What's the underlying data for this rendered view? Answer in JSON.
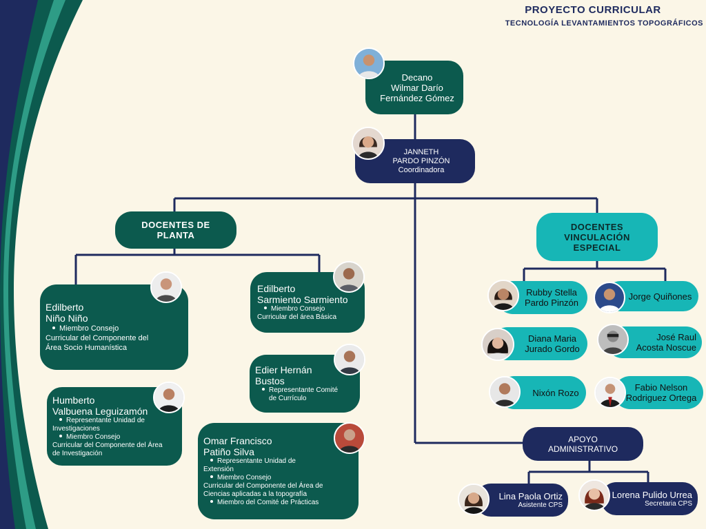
{
  "header": {
    "title": "PROYECTO CURRICULAR",
    "subtitle": "TECNOLOGÍA LEVANTAMIENTOS TOPOGRÁFICOS"
  },
  "colors": {
    "dark_green": "#0c5a4e",
    "navy": "#1e2a5e",
    "teal": "#17b6b6",
    "background": "#fbf6e7"
  },
  "dean": {
    "title": "Decano",
    "name_line1": "Wilmar Darío",
    "name_line2": "Fernández Gómez"
  },
  "coordinator": {
    "name_line1": "JANNETH",
    "name_line2": "PARDO PINZÓN",
    "role": "Coordinadora"
  },
  "docentes_planta": {
    "label_line1": "DOCENTES DE",
    "label_line2": "PLANTA",
    "members": [
      {
        "name_line1": "Edilberto",
        "name_line2": "Niño Niño",
        "bullet1": "Miembro Consejo",
        "text1": "Curricular del Componente del",
        "text2": "Área Socio Humanística"
      },
      {
        "name_line1": "Edilberto",
        "name_line2": "Sarmiento Sarmiento",
        "bullet1": "Miembro Consejo",
        "text1": "Curricular del área Básica"
      },
      {
        "name_line1": "Edier Hernán",
        "name_line2": "Bustos",
        "bullet1": "Representante Comité",
        "text1": "de Currículo"
      },
      {
        "name_line1": "Humberto",
        "name_line2": "Valbuena Leguizamón",
        "bullet1": "Representante Unidad de",
        "text1": "Investigaciones",
        "bullet2": "Miembro Consejo",
        "text2": "Curricular del Componente del Área",
        "text3": "de Investigación"
      },
      {
        "name_line1": "Omar Francisco",
        "name_line2": "Patiño Silva",
        "bullet1": "Representante Unidad de",
        "text1": "Extensión",
        "bullet2": "Miembro Consejo",
        "text2": "Curricular del Componente del Área de",
        "text3": "Ciencias aplicadas a la topografía",
        "bullet3": "Miembro del Comité de Prácticas"
      }
    ]
  },
  "docentes_vinculacion": {
    "label_line1": "DOCENTES",
    "label_line2": "VINCULACIÓN",
    "label_line3": "ESPECIAL",
    "members": [
      {
        "line1": "Rubby Stella",
        "line2": "Pardo Pinzón"
      },
      {
        "line1": "Jorge Quiñones"
      },
      {
        "line1": "Diana Maria",
        "line2": "Jurado Gordo"
      },
      {
        "line1": "José Raul",
        "line2": "Acosta Noscue"
      },
      {
        "line1": "Nixón Rozo"
      },
      {
        "line1": "Fabio Nelson",
        "line2": "Rodriguez Ortega"
      }
    ]
  },
  "apoyo": {
    "label_line1": "APOYO",
    "label_line2": "ADMINISTRATIVO",
    "members": [
      {
        "name": "Lina Paola Ortiz",
        "role": "Asistente CPS"
      },
      {
        "name": "Lorena Pulido Urrea",
        "role": "Secretaria CPS"
      }
    ]
  }
}
